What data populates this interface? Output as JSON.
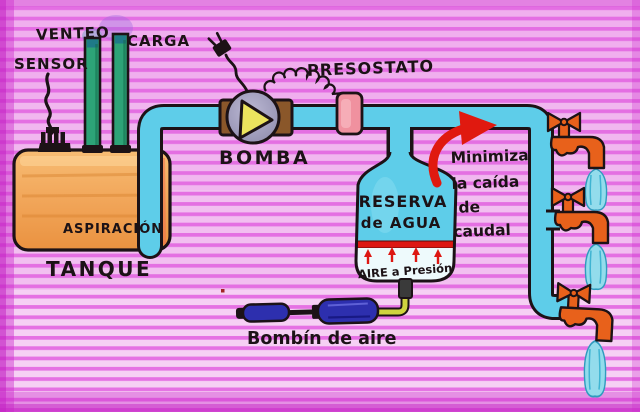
{
  "title": "Hand-drawn diagram of a domestic water pump system",
  "labels": {
    "venteo": "VENTEO",
    "carga": "CARGA",
    "sensor": "SENSOR",
    "bomba": "BOMBA",
    "presostato": "PRESOSTATO",
    "aspiracion": "ASPIRACIÓN",
    "tanque": "TANQUE",
    "reserva_l1": "RESERVA",
    "reserva_l2": "de AGUA",
    "aire_presion": "AIRE a Presión",
    "nota_l1": "Minimiza",
    "nota_l2": "la caída",
    "nota_l3": "de",
    "nota_l4": "caudal",
    "bombin": "Bombín de aire"
  },
  "colors": {
    "background_base": "#f6d0f4",
    "stripe_magenta": "#e571e3",
    "edge_magenta": "#cc2fcc",
    "ink": "#1c1216",
    "water_cyan": "#5ecde9",
    "green_pipe": "#2da377",
    "tank_orange": "#f2a85c",
    "pump_brown": "#8a572a",
    "pump_gray": "#a09dbd",
    "impeller_yellow": "#ebe35e",
    "switch_pink": "#f0919f",
    "faucet_orange": "#e8611b",
    "accent_red": "#e0190f",
    "air_pump_blue": "#2d2fae",
    "hose_yellow": "#cfd33f"
  }
}
